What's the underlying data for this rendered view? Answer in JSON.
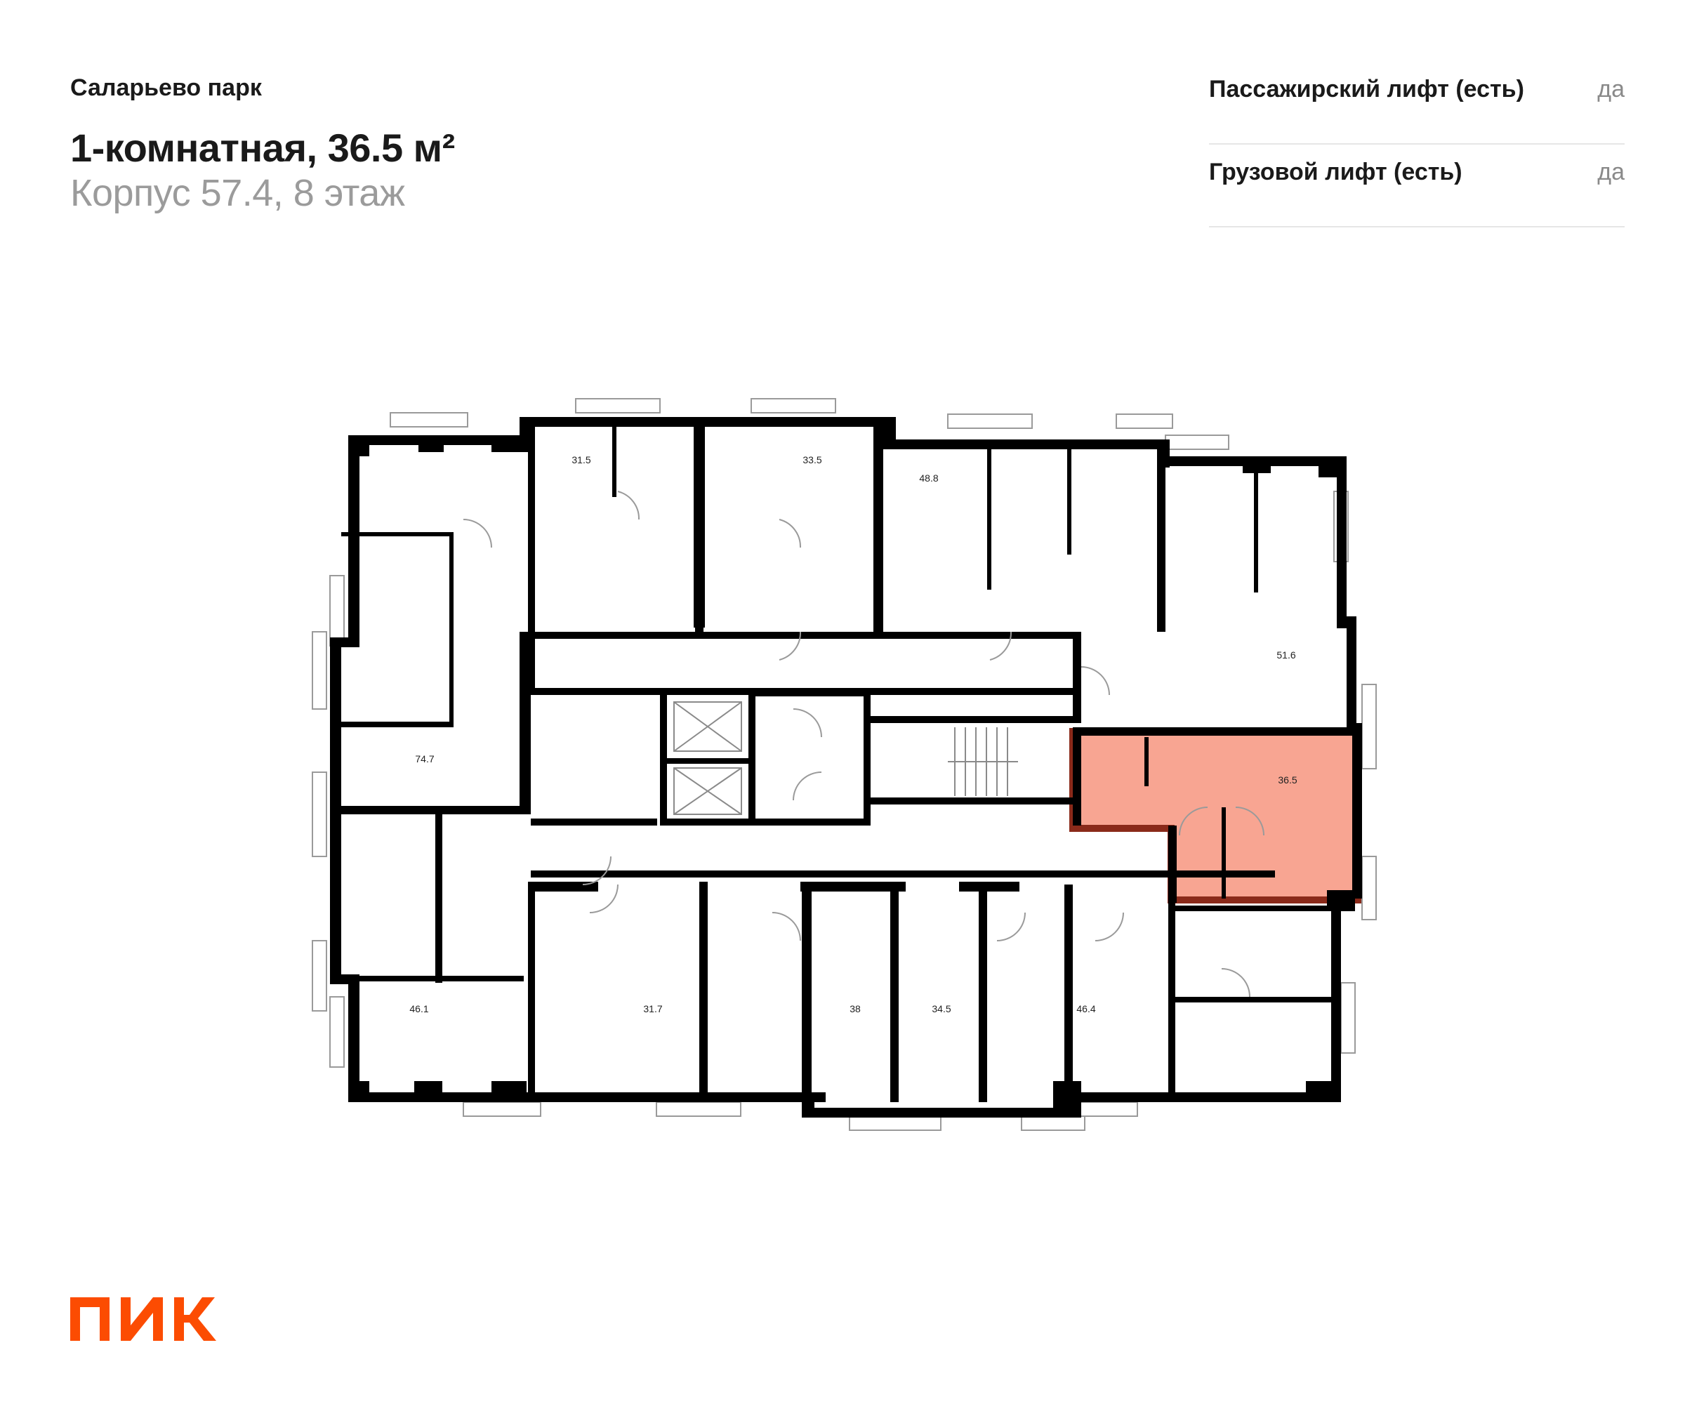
{
  "header": {
    "project": "Саларьево парк",
    "title": "1-комнатная, 36.5 м²",
    "subtitle": "Корпус 57.4, 8 этаж"
  },
  "features": [
    {
      "label": "Пассажирский лифт (есть)",
      "value": "да"
    },
    {
      "label": "Грузовой лифт (есть)",
      "value": "да"
    }
  ],
  "plan": {
    "areas": [
      "31.5",
      "33.5",
      "48.8",
      "51.6",
      "74.7",
      "36.5",
      "46.1",
      "31.7",
      "38",
      "34.5",
      "46.4"
    ],
    "highlight_area": "36.5",
    "highlight_color": "#f8a592",
    "highlight_border": "#8a2a1a",
    "wall_color": "#000000"
  },
  "logo": {
    "text": "ПИК",
    "color": "#fc4c02"
  }
}
